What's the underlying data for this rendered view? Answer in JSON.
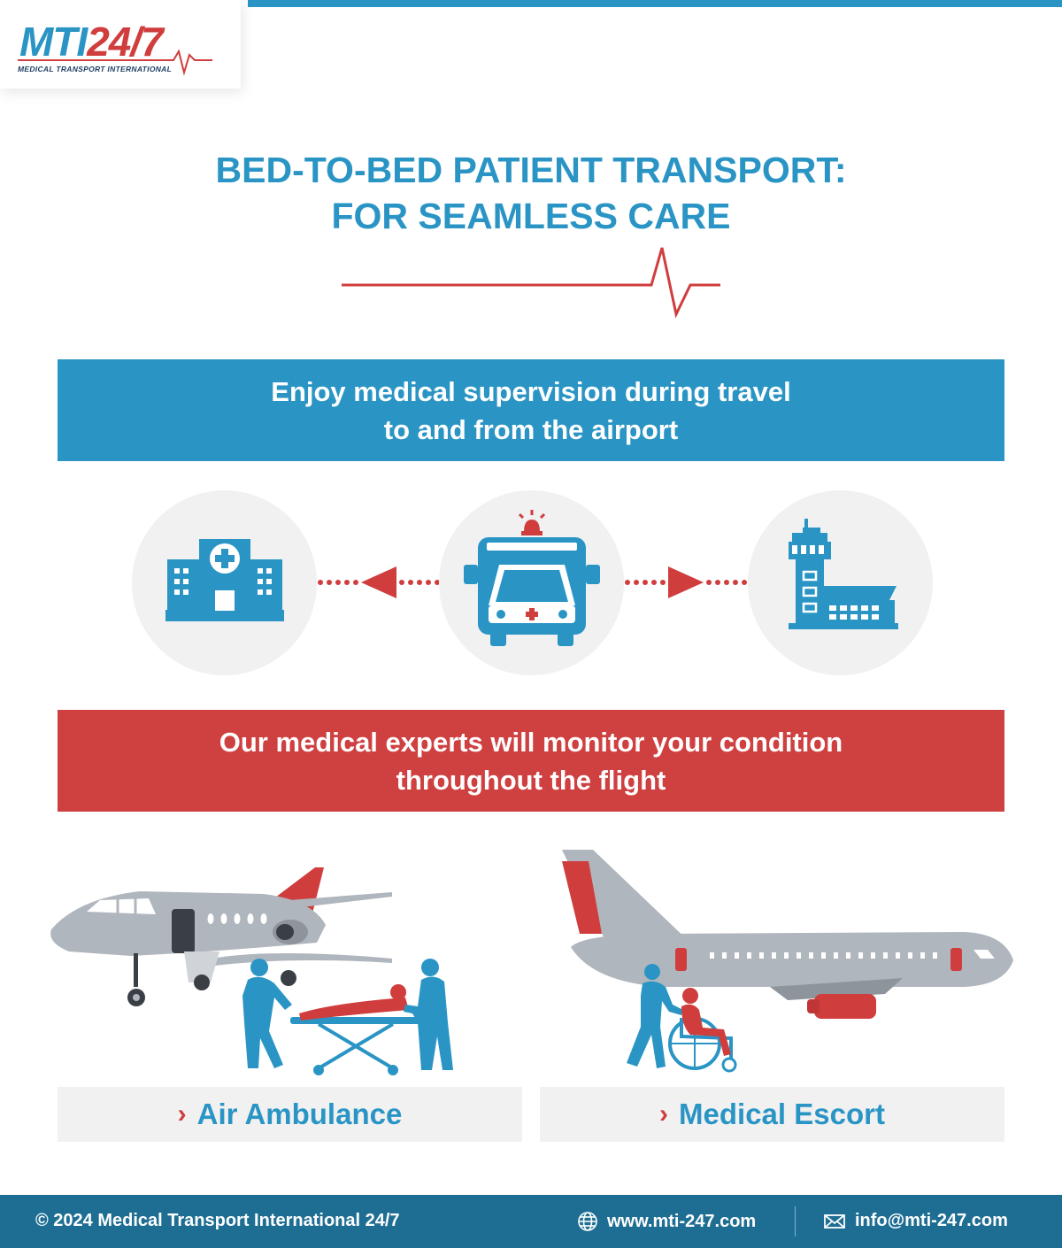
{
  "logo": {
    "mark_mti": "MTI",
    "mark_num": "24/7",
    "subtitle": "MEDICAL TRANSPORT INTERNATIONAL"
  },
  "title": {
    "line1": "BED-TO-BED PATIENT TRANSPORT:",
    "line2": "FOR SEAMLESS CARE"
  },
  "banner_blue": {
    "line1": "Enjoy medical supervision during travel",
    "line2": "to and from the airport"
  },
  "banner_red": {
    "line1": "Our medical experts will monitor your condition",
    "line2": "throughout the flight"
  },
  "icons": [
    "hospital-icon",
    "ambulance-icon",
    "airport-icon"
  ],
  "services": [
    {
      "label": "Air Ambulance",
      "icon": "chevron-right-icon"
    },
    {
      "label": "Medical Escort",
      "icon": "chevron-right-icon"
    }
  ],
  "footer": {
    "copyright": "© 2024 Medical Transport International 24/7",
    "website": "www.mti-247.com",
    "email": "info@mti-247.com"
  },
  "colors": {
    "blue": "#2a95c5",
    "red": "#cf4040",
    "gray": "#b0b6bd",
    "footer": "#1e6e93"
  }
}
